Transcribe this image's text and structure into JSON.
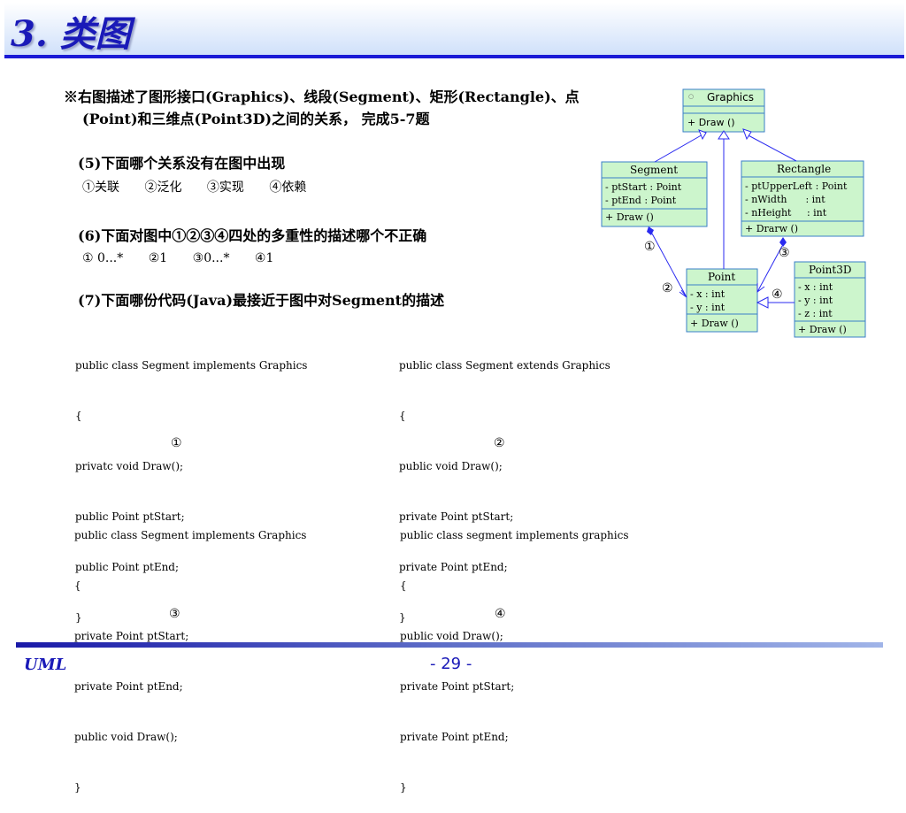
{
  "title": "3. 类图",
  "intro": {
    "line1": "※右图描述了图形接口(Graphics)、线段(Segment)、矩形(Rectangle)、点",
    "line2": "(Point)和三维点(Point3D)之间的关系， 完成5-7题"
  },
  "questions": [
    {
      "text": "(5)下面哪个关系没有在图中出现",
      "options": [
        "①关联",
        "②泛化",
        "③实现",
        "④依赖"
      ]
    },
    {
      "text": "(6)下面对图中①②③④四处的多重性的描述哪个不正确",
      "options": [
        "① 0...*",
        "②1",
        "③0...*",
        "④1"
      ]
    },
    {
      "text": "(7)下面哪份代码(Java)最接近于图中对Segment的描述"
    }
  ],
  "code_blocks": [
    {
      "label": "①",
      "lines": [
        "public class Segment implements Graphics",
        "{",
        "privatc void Draw();",
        "public Point ptStart;",
        "public Point ptEnd;",
        "}"
      ]
    },
    {
      "label": "②",
      "lines": [
        "public class Segment extends Graphics",
        "{",
        "public void Draw();",
        "private Point ptStart;",
        "private Point ptEnd;",
        "}"
      ]
    },
    {
      "label": "③",
      "lines": [
        "public class Segment implements Graphics",
        "{",
        "private Point ptStart;",
        "private Point ptEnd;",
        "public void Draw();",
        "}"
      ]
    },
    {
      "label": "④",
      "lines": [
        "public class segment implements graphics",
        "{",
        "public void Draw();",
        "private Point ptStart;",
        "private Point ptEnd;",
        "}"
      ]
    }
  ],
  "diagram": {
    "graphics": {
      "name": "Graphics",
      "ops": [
        "+ Draw ()"
      ]
    },
    "segment": {
      "name": "Segment",
      "attrs": [
        "- ptStart : Point",
        "- ptEnd  : Point"
      ],
      "ops": [
        "+ Draw ()"
      ]
    },
    "rectangle": {
      "name": "Rectangle",
      "attrs": [
        "- ptUpperLeft : Point",
        "- nWidth      : int",
        "- nHeight     : int"
      ],
      "ops": [
        "+ Drarw ()"
      ]
    },
    "point": {
      "name": "Point",
      "attrs": [
        "- x : int",
        "- y : int"
      ],
      "ops": [
        "+ Draw ()"
      ]
    },
    "point3d": {
      "name": "Point3D",
      "attrs": [
        "- x : int",
        "- y : int",
        "- z : int"
      ],
      "ops": [
        "+ Draw ()"
      ]
    },
    "markers": [
      "①",
      "②",
      "③",
      "④"
    ]
  },
  "footer": {
    "left": "UML",
    "page": "- 29 -"
  },
  "colors": {
    "title": "#1a1ab8",
    "uml_fill": "#ccf5cc",
    "uml_border": "#3a7fc8",
    "line": "#2a2af0"
  }
}
